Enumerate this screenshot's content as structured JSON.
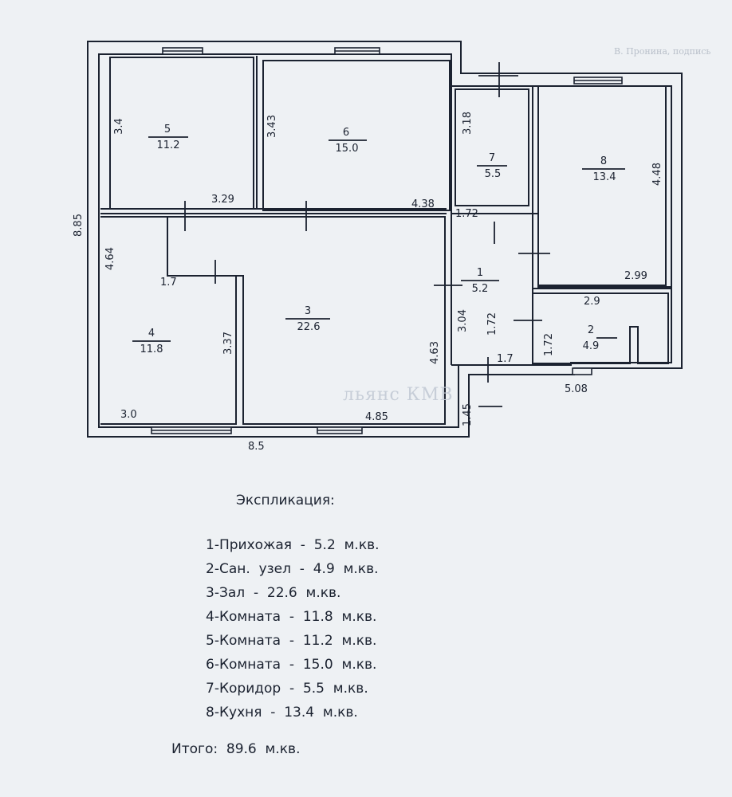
{
  "watermark": "льянс КМВ",
  "header_note": "В. Пронина, подпись",
  "rooms": [
    {
      "num": "1",
      "area": "5.2"
    },
    {
      "num": "2",
      "area": "4.9"
    },
    {
      "num": "3",
      "area": "22.6"
    },
    {
      "num": "4",
      "area": "11.8"
    },
    {
      "num": "5",
      "area": "11.2"
    },
    {
      "num": "6",
      "area": "15.0"
    },
    {
      "num": "7",
      "area": "5.5"
    },
    {
      "num": "8",
      "area": "13.4"
    }
  ],
  "dimensions": [
    "8.85",
    "3.4",
    "3.43",
    "3.18",
    "4.48",
    "3.29",
    "4.38",
    "1.72",
    "4.64",
    "1.7",
    "3.37",
    "3.04",
    "1.72",
    "2.99",
    "2.9",
    "4.63",
    "1.7",
    "1.72",
    "5.08",
    "3.0",
    "4.85",
    "1.45",
    "8.5"
  ],
  "legend": {
    "title": "Экспликация:",
    "items": [
      "1-Прихожая  -  5.2  м.кв.",
      "2-Сан.  узел  -  4.9  м.кв.",
      "3-Зал  -  22.6  м.кв.",
      "4-Комната  -  11.8  м.кв.",
      "5-Комната  -  11.2  м.кв.",
      "6-Комната  -  15.0  м.кв.",
      "7-Коридор  -  5.5  м.кв.",
      "8-Кухня  -  13.4  м.кв."
    ],
    "total": "Итого:  89.6  м.кв."
  }
}
